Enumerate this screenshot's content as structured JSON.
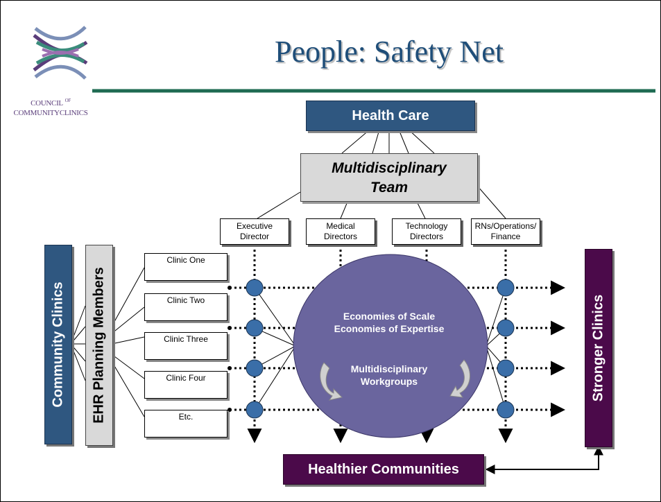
{
  "title": "People: Safety Net",
  "logo": {
    "line1_a": "Council",
    "line1_b": "of",
    "line2": "CommunityClinics"
  },
  "health_care": "Health Care",
  "team": {
    "line1": "Multidisciplinary",
    "line2": "Team"
  },
  "roles": [
    {
      "line1": "Executive",
      "line2": "Director"
    },
    {
      "line1": "Medical",
      "line2": "Directors"
    },
    {
      "line1": "Technology",
      "line2": "Directors"
    },
    {
      "line1": "RNs/Operations/",
      "line2": "Finance"
    }
  ],
  "community_clinics": "Community Clinics",
  "ehr_planning": "EHR Planning Members",
  "clinics": [
    "Clinic One",
    "Clinic Two",
    "Clinic Three",
    "Clinic Four",
    "Etc."
  ],
  "circle": {
    "line1": "Economies of Scale",
    "line2": "Economies of Expertise",
    "line3": "Multidisciplinary",
    "line4": "Workgroups"
  },
  "stronger_clinics": "Stronger  Clinics",
  "healthier_communities": "Healthier Communities",
  "colors": {
    "navy": "#2f5780",
    "purple_dark": "#4b0a4a",
    "circle_purple": "#6a659e",
    "node_blue": "#3a6ea8",
    "title_blue": "#1f4e79",
    "rule_green": "#1f6b52"
  }
}
